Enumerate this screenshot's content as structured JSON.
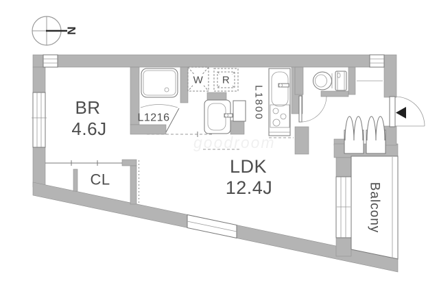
{
  "compass": {
    "north": "N"
  },
  "labels": {
    "bedroom_name": "BR",
    "bedroom_size": "4.6J",
    "ldk_name": "LDK",
    "ldk_size": "12.4J",
    "closet": "CL",
    "balcony": "Balcony",
    "bath_size": "L1216",
    "kitchen_size": "L1800",
    "washer": "W",
    "refrigerator": "R"
  },
  "watermark": "goodroom",
  "colors": {
    "wall_fill": "#b4b4b4",
    "wall_edge": "#8f8f8f",
    "line": "#777777",
    "text": "#4d4d4d",
    "entrance_marker": "#1f1f1f"
  }
}
